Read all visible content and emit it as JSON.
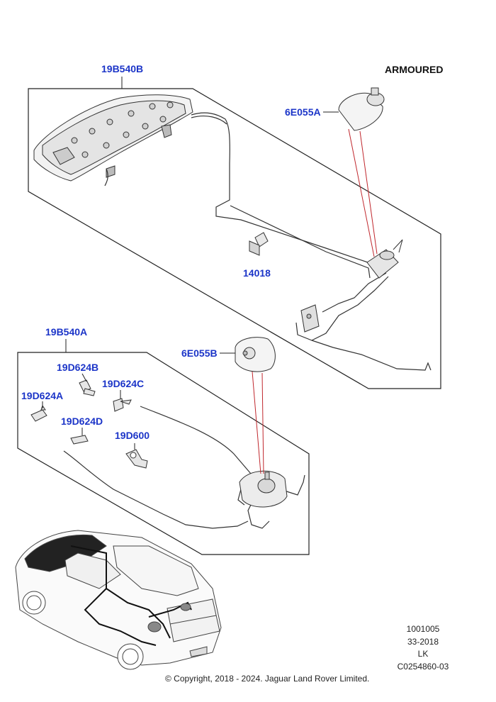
{
  "header": {
    "variant": "ARMOURED"
  },
  "labels": {
    "upper_assembly": "19B540B",
    "upper_module": "6E055A",
    "switch": "14018",
    "lower_assembly": "19B540A",
    "lower_module": "6E055B",
    "bracket_b": "19D624B",
    "bracket_c": "19D624C",
    "bracket_a": "19D624A",
    "bracket_d": "19D624D",
    "clip": "19D600"
  },
  "reference": {
    "line1": "1001005",
    "line2": "33-2018",
    "line3": "LK",
    "line4": "C0254860-03"
  },
  "footer": {
    "copyright": "© Copyright, 2018 - 2024. Jaguar Land Rover Limited."
  },
  "colors": {
    "label": "#1c35c8",
    "leader_red": "#c0272d",
    "line": "#222222"
  }
}
